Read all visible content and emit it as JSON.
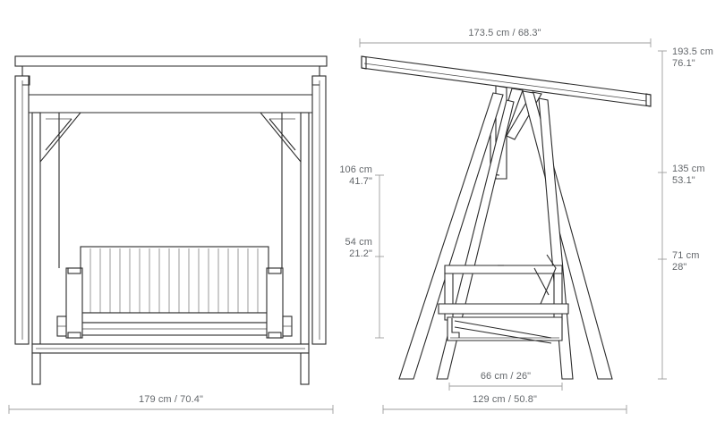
{
  "drawing": {
    "title": "Garden swing bench technical dimension drawing",
    "background_color": "#ffffff",
    "line_color": "#2b2b2b",
    "dimension_line_color": "#9a9a9a",
    "dimension_text_color": "#63676b"
  },
  "views": {
    "front": {
      "name": "front-elevation",
      "label": "front elevation of swing bench with canopy frame"
    },
    "side": {
      "name": "side-elevation",
      "label": "side elevation of swing bench A-frame"
    }
  },
  "dimensions": {
    "front_height_backrest": {
      "metric": "106 cm",
      "imperial": "41.7\""
    },
    "front_height_seat": {
      "metric": "54 cm",
      "imperial": "21.2\""
    },
    "front_width_total": {
      "combined": "179 cm / 70.4\""
    },
    "side_canopy_length": {
      "combined": "173.5 cm / 68.3\""
    },
    "side_height_total": {
      "metric": "193.5 cm",
      "imperial": "76.1\""
    },
    "side_height_mid": {
      "metric": "135 cm",
      "imperial": "53.1\""
    },
    "side_height_low": {
      "metric": "71 cm",
      "imperial": "28\""
    },
    "side_width_seat": {
      "combined": "66 cm / 26\""
    },
    "side_width_base": {
      "combined": "129 cm / 50.8\""
    }
  }
}
